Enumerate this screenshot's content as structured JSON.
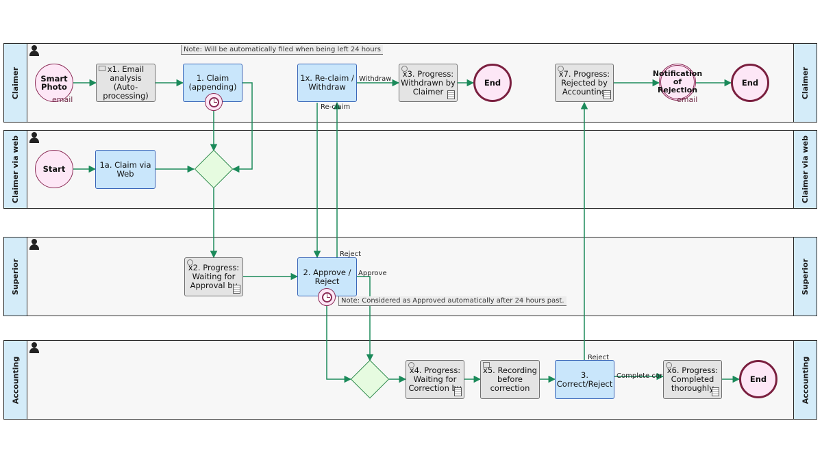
{
  "lanes": [
    {
      "label": "Claimer"
    },
    {
      "label": "Claimer via web"
    },
    {
      "label": "Superior"
    },
    {
      "label": "Accounting"
    }
  ],
  "notes": {
    "claim": "Note: Will be automatically filed when being left 24 hours",
    "approve": "Note: Considered as Approved automatically after 24 hours past."
  },
  "events": {
    "smart_photo": "Smart Photo",
    "smart_photo_sub": "email",
    "end_withdraw": "End",
    "notification": "Notification of Rejection",
    "notification_sub": "email",
    "end_reject": "End",
    "start_web": "Start",
    "end_complete": "End"
  },
  "tasks": {
    "x1": "x1. Email analysis (Auto-processing)",
    "t1": "1. Claim (appending)",
    "t1x": "1x. Re-claim / Withdraw",
    "x3": "x3. Progress: Withdrawn by Claimer",
    "x7": "x7. Progress: Rejected by Accounting",
    "t1a": "1a. Claim via Web",
    "x2": "x2. Progress: Waiting for Approval by",
    "t2": "2. Approve / Reject",
    "x4": "x4. Progress: Waiting for Correction by",
    "x5": "x5. Recording before correction",
    "t3": "3. Correct/Reject",
    "x6": "x6. Progress: Completed thoroughly"
  },
  "flow_labels": {
    "withdraw": "Withdraw",
    "reclaim": "Re-claim",
    "reject_superior": "Reject",
    "approve": "Approve",
    "reject_accounting": "Reject",
    "complete": "Complete cor"
  },
  "colors": {
    "flow": "#1b8a5a",
    "human_task": "#c9e6fb",
    "auto_task": "#e4e4e4",
    "event_fill": "#fde7f6",
    "gateway_fill": "#e6fbe0",
    "lane_label": "#d4ecf9"
  }
}
